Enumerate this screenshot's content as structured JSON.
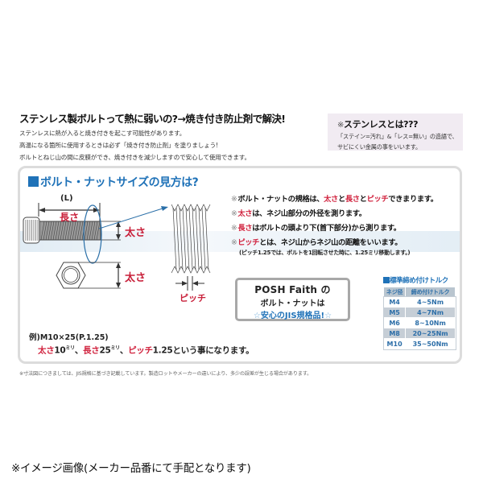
{
  "intro": {
    "title": "ステンレス製ボルトって熱に弱いの?→焼き付き防止剤で解決!",
    "lines": [
      "ステンレスに熱が入ると焼き付きを起こす可能性があります。",
      "高温になる箇所に使用するときは必ず「焼き付き防止剤」を塗りましょう!",
      "ボルトとねじ山の間に皮膜ができ、焼き付きを減少しますので安心して使用できます。"
    ]
  },
  "stainless_box": {
    "mark": "※",
    "title": "ステンレスとは???",
    "lines": [
      "「ステイン=汚れ」&「レス=無い」の造語で、",
      "サビにくい金属の事をいいます。"
    ]
  },
  "panel": {
    "title": "ボルト・ナットサイズの見方は?",
    "diagram_labels": {
      "length_symbol": "(L)",
      "length": "長さ",
      "diameter": "太さ",
      "diameter_nut": "太さ",
      "pitch": "ピッチ"
    },
    "notes": [
      {
        "mark": "※",
        "parts": [
          {
            "text": "ボルト・ナットの規格は、",
            "red": false
          },
          {
            "text": "太さ",
            "red": true
          },
          {
            "text": "と",
            "red": false
          },
          {
            "text": "長さ",
            "red": true
          },
          {
            "text": "と",
            "red": false
          },
          {
            "text": "ピッチ",
            "red": true
          },
          {
            "text": "できまります。",
            "red": false
          }
        ]
      },
      {
        "mark": "※",
        "parts": [
          {
            "text": "太さ",
            "red": true
          },
          {
            "text": "は、ネジ山部分の外径を測ります。",
            "red": false
          }
        ]
      },
      {
        "mark": "※",
        "parts": [
          {
            "text": "長さ",
            "red": true
          },
          {
            "text": "はボルトの頭より下(首下部分)から測ります。",
            "red": false
          }
        ]
      },
      {
        "mark": "※",
        "parts": [
          {
            "text": "ピッチ",
            "red": true
          },
          {
            "text": "とは、ネジ山からネジ山の距離をいいます。",
            "red": false
          }
        ]
      }
    ],
    "note_sub": "(ピッチ1.25では、ボルトを1回転させた時に、1.25ミリ移動します。)",
    "posh_box": {
      "line1": "POSH Faith の",
      "line2": "ボルト・ナットは",
      "star": "☆",
      "line3": "安心のJIS規格品!"
    },
    "torque_table": {
      "title": "標準締め付けトルク",
      "headers": [
        "ネジ径",
        "締め付けトルク"
      ],
      "rows": [
        {
          "size": "M4",
          "torque": "4~5Nm"
        },
        {
          "size": "M5",
          "torque": "4~7Nm"
        },
        {
          "size": "M6",
          "torque": "8~10Nm"
        },
        {
          "size": "M8",
          "torque": "20~25Nm"
        },
        {
          "size": "M10",
          "torque": "35~50Nm"
        }
      ]
    },
    "example": {
      "line1": "例)M10×25(P.1.25)",
      "diameter_label": "太さ",
      "diameter_value": "10",
      "unit": "ミリ",
      "sep": "、",
      "length_label": "長さ",
      "length_value": "25",
      "pitch_label": "ピッチ",
      "pitch_value": "1.25",
      "tail": "という事になります。"
    }
  },
  "footnote": "※寸法図につきましては、JIS規格に基づき記載しています。製造ロットやメーカーの違いにより、多少の誤差が生じる場合があります。",
  "caption": "※イメージ画像(メーカー品番にて手配となります)",
  "colors": {
    "accent_blue": "#1f72b8",
    "accent_red": "#d0203c",
    "stainless_bg": "#f1ebf2",
    "panel_border": "#dcdcdc",
    "table_stripe": "#c6ced6"
  }
}
